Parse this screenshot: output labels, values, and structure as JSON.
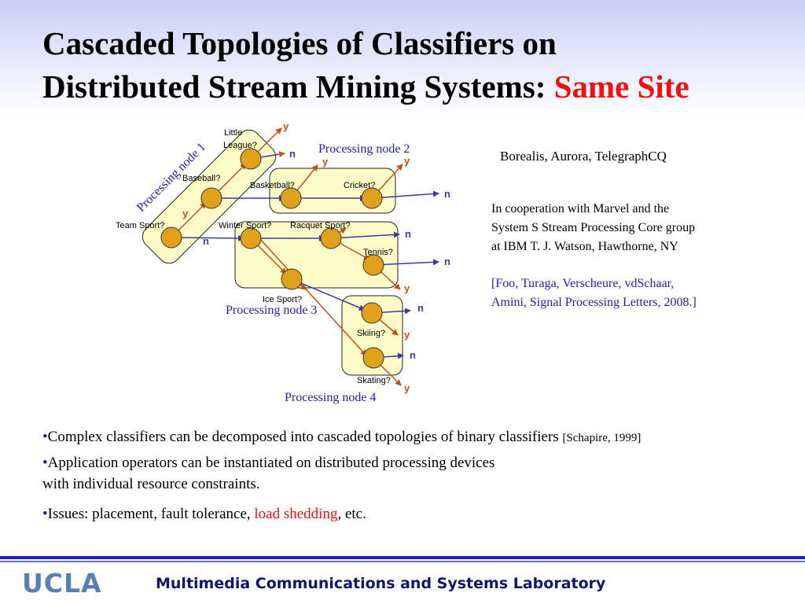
{
  "title": {
    "line1": "Cascaded Topologies of Classifiers on",
    "line2": "Distributed Stream Mining Systems: ",
    "highlight": "Same Site"
  },
  "diagram": {
    "node1_label": "Processing node 1",
    "node2_label": "Processing node 2",
    "node3_label": "Processing node 3",
    "node4_label": "Processing node 4",
    "classifiers": {
      "little_league": [
        "Little",
        "League?"
      ],
      "baseball": "Baseball?",
      "team_sport": "Team Sport?",
      "basketball": "Basketball?",
      "cricket": "Cricket?",
      "winter_sport": "Winter Sport?",
      "racquet_sport": "Racquet Sport?",
      "tennis": "Tennis?",
      "ice_sport": "Ice Sport?",
      "skiing": "Skiing?",
      "skating": "Skating?"
    },
    "yes_label": "y",
    "no_label": "n",
    "colors": {
      "node_fill": "#fdfbc8",
      "circle_fill": "#e0a21a",
      "yes_arrow": "#c0501a",
      "no_arrow": "#3a3aa8",
      "node_label": "#1f1faa"
    }
  },
  "side": {
    "systems": "Borealis, Aurora, TelegraphCQ",
    "coop": [
      "In cooperation with Marvel and the",
      "System S Stream Processing Core group",
      "at IBM T. J. Watson, Hawthorne, NY"
    ],
    "ref": [
      "[Foo, Turaga, Verscheure, vdSchaar,",
      "Amini, Signal Processing Letters, 2008.]"
    ]
  },
  "bullets": {
    "b1": "Complex classifiers can be decomposed into cascaded topologies of binary classifiers ",
    "b1_cite": "[Schapire, 1999]",
    "b2_line1": "Application operators can be instantiated on distributed processing devices",
    "b2_line2": "with individual resource constraints.",
    "b3_pre": "Issues: placement, fault tolerance, ",
    "b3_red": "load shedding",
    "b3_post": ", etc."
  },
  "footer": {
    "logo": "UCLA",
    "lab": "Multimedia Communications and Systems Laboratory"
  }
}
